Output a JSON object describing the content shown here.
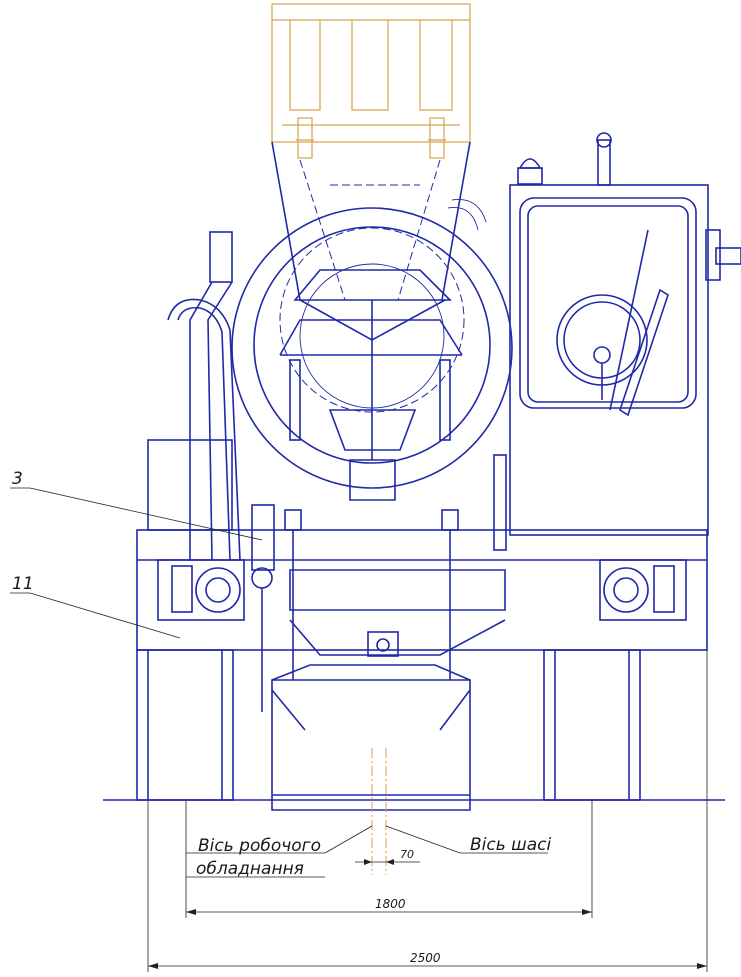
{
  "callouts": {
    "item_3": "3",
    "item_11": "11"
  },
  "axis_labels": {
    "working_equipment_line1": "Вісь робочого",
    "working_equipment_line2": "обладнання",
    "chassis": "Вісь шасі"
  },
  "dimensions": {
    "offset": "70",
    "track": "1800",
    "overall_width": "2500"
  },
  "colors": {
    "drawing_lines": "#1e2aa8",
    "hidden_position": "#d9a24a",
    "dimension_lines": "#222222"
  }
}
